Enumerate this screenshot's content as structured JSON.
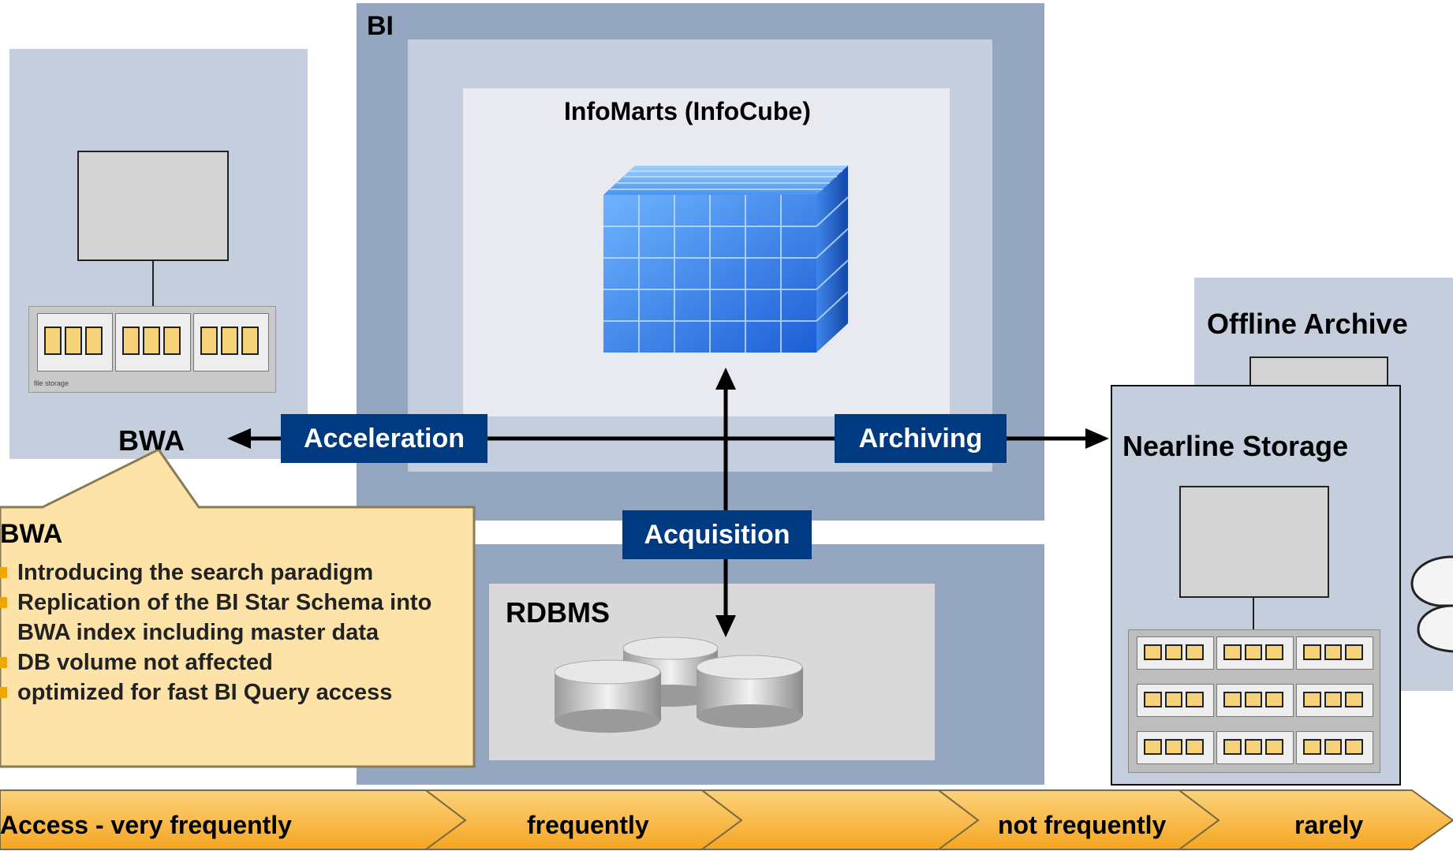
{
  "diagram": {
    "bwa_label": "BWA",
    "bi_label": "BI",
    "infomarts_label": "InfoMarts (InfoCube)",
    "rdbms_label": "RDBMS",
    "offline_archive_label": "Offline Archive",
    "nearline_storage_label": "Nearline Storage",
    "file_storage_text": "file storage",
    "arrows": {
      "acceleration": "Acceleration",
      "archiving": "Archiving",
      "acquisition": "Acquisition"
    },
    "callout": {
      "title": "BWA",
      "bullets": [
        "Introducing the search paradigm",
        "Replication of the BI Star Schema into BWA index including master data",
        "DB volume not affected",
        "optimized for fast BI Query access"
      ]
    },
    "access_scale": [
      "Access - very frequently",
      "frequently",
      "not frequently",
      "rarely"
    ],
    "colors": {
      "panel_gray_blue": "#94a6c0",
      "panel_light": "#c5cedc",
      "tag_blue": "#003a80",
      "callout_fill": "#fde3a7",
      "chevron_fill": "#fbbf55"
    }
  }
}
